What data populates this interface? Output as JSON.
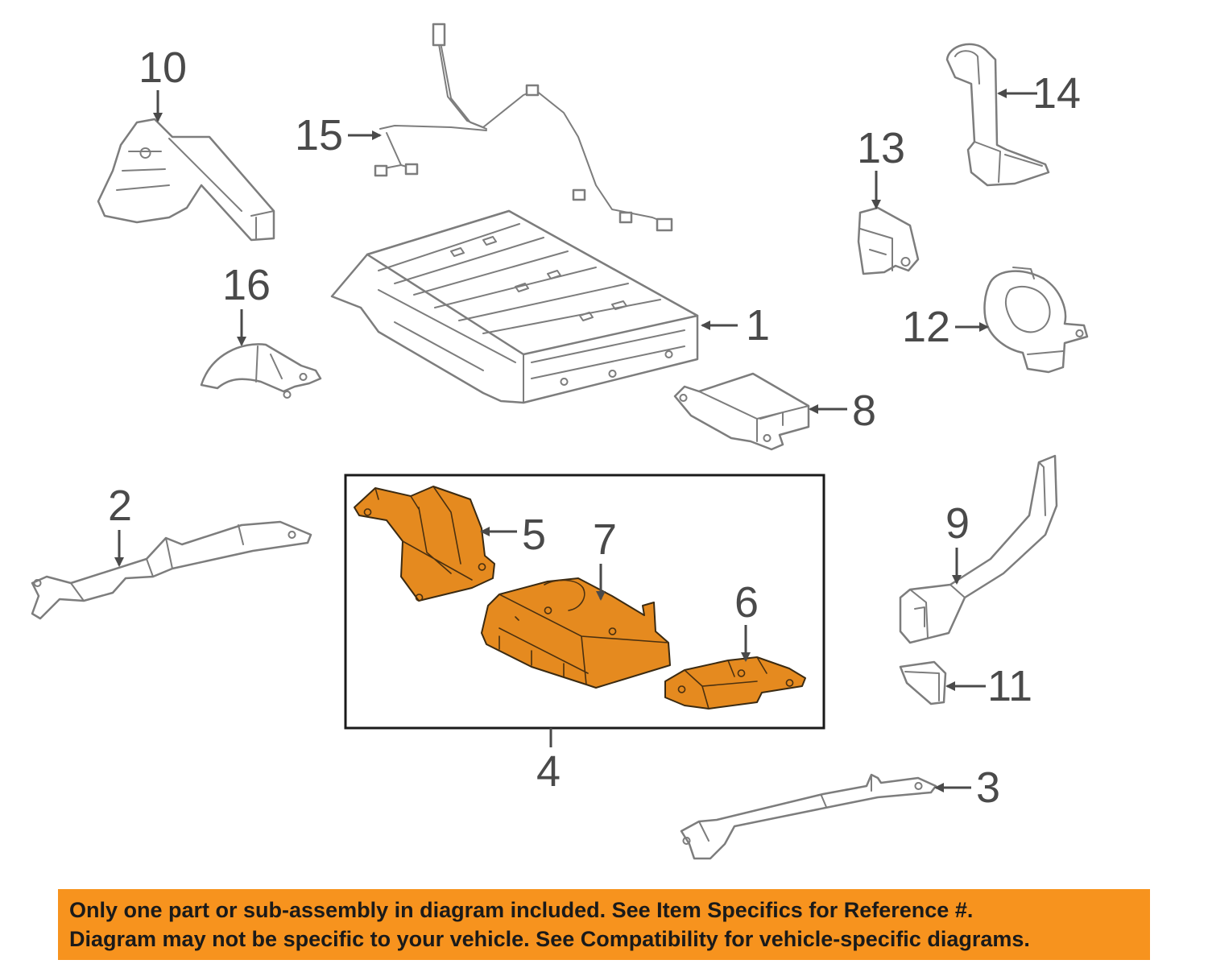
{
  "callouts": {
    "c1": "1",
    "c2": "2",
    "c3": "3",
    "c4": "4",
    "c5": "5",
    "c6": "6",
    "c7": "7",
    "c8": "8",
    "c9": "9",
    "c10": "10",
    "c11": "11",
    "c12": "12",
    "c13": "13",
    "c14": "14",
    "c15": "15",
    "c16": "16"
  },
  "disclaimer": {
    "line1": "Only one part or sub-assembly in diagram included. See Item Specifics for Reference #.",
    "line2": "Diagram may not be specific to your vehicle. See Compatibility for vehicle-specific diagrams."
  },
  "colors": {
    "highlight_part": "#e58a1f",
    "banner": "#f7931e",
    "line_gray": "#7d7d7d",
    "label_gray": "#4a4a4a"
  }
}
